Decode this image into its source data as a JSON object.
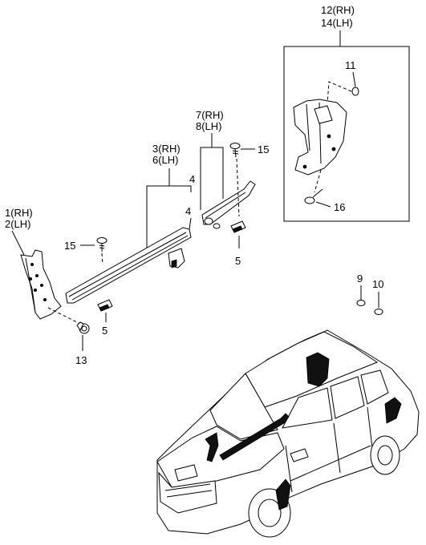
{
  "callouts": {
    "c1": "1(RH)",
    "c2": "2(LH)",
    "c3": "3(RH)",
    "c6": "6(LH)",
    "c4a": "4",
    "c4b": "4",
    "c5a": "5",
    "c5b": "5",
    "c7": "7(RH)",
    "c8": "8(LH)",
    "c9": "9",
    "c10": "10",
    "c11": "11",
    "c12": "12(RH)",
    "c14": "14(LH)",
    "c13": "13",
    "c15a": "15",
    "c15b": "15",
    "c16": "16"
  }
}
